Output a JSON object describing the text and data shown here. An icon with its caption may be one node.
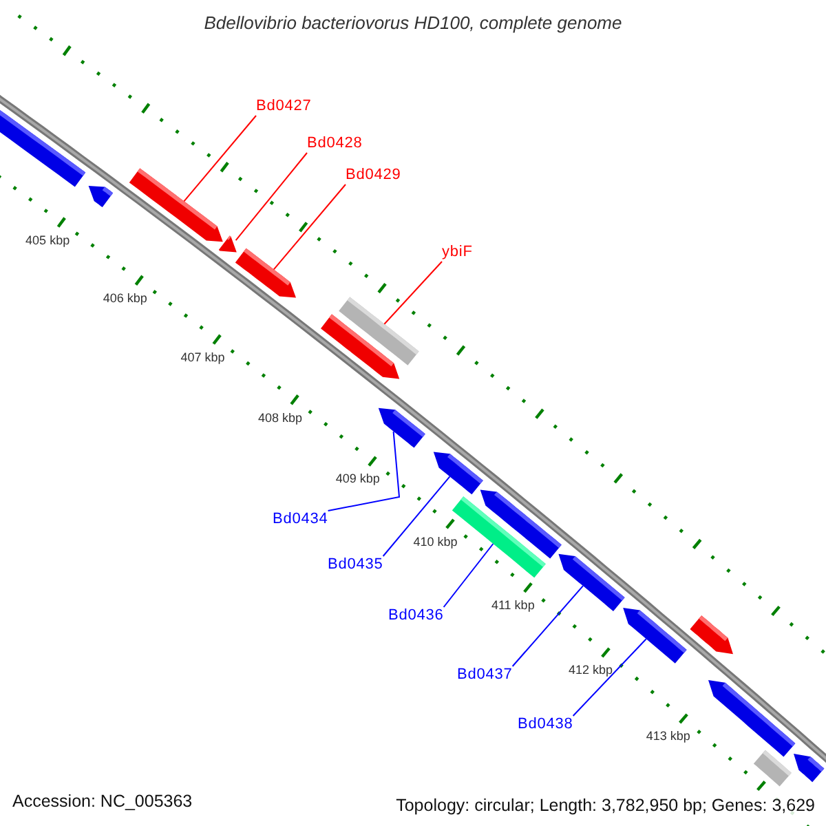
{
  "diagram": {
    "title": "Bdellovibrio bacteriovorus HD100, complete genome",
    "nodes": [
      {
        "text": [
          "Bd0427"
        ]
      },
      {
        "text": [
          "Bd0428"
        ]
      },
      {
        "text": [
          "Bd0429"
        ]
      },
      {
        "text": [
          "ybiF"
        ]
      },
      {
        "text": [
          "Bd0434"
        ]
      },
      {
        "text": [
          "Bd0435"
        ]
      },
      {
        "text": [
          "Bd0436"
        ]
      },
      {
        "text": [
          "Bd0437"
        ]
      },
      {
        "text": [
          "Bd0438"
        ]
      },
      {
        "text": [],
        "shape": "bar"
      },
      {
        "text": [],
        "shape": "bar"
      },
      {
        "text": [],
        "shape": "bar"
      },
      {
        "text": [],
        "shape": "bar"
      },
      {
        "text": [],
        "shape": "bar"
      },
      {
        "text": [],
        "shape": "bar"
      },
      {
        "text": [],
        "shape": "bar"
      },
      {
        "text": [],
        "shape": "bar"
      },
      {
        "text": [],
        "shape": "bar"
      },
      {
        "text": [],
        "shape": "bar"
      },
      {
        "text": [],
        "shape": "bar"
      },
      {
        "text": [],
        "shape": "bar"
      },
      {
        "text": [],
        "shape": "bar"
      },
      {
        "text": [],
        "shape": "bar"
      },
      {
        "text": [],
        "shape": "bar"
      },
      {
        "text": [],
        "shape": "bar"
      },
      {
        "text": [],
        "shape": "bar"
      }
    ],
    "edges": [
      {
        "from": 0,
        "to": 11,
        "arrow": "none",
        "color": "#ff0000"
      },
      {
        "from": 1,
        "to": 12,
        "arrow": "none",
        "color": "#ff0000"
      },
      {
        "from": 2,
        "to": 13,
        "arrow": "none",
        "color": "#ff0000"
      },
      {
        "from": 3,
        "to": 15,
        "arrow": "none",
        "color": "#ff0000"
      },
      {
        "from": 4,
        "to": 16,
        "arrow": "none"
      },
      {
        "from": 5,
        "to": 17,
        "arrow": "none"
      },
      {
        "from": 6,
        "to": 18,
        "arrow": "none"
      },
      {
        "from": 7,
        "to": 20,
        "arrow": "none"
      },
      {
        "from": 8,
        "to": 21,
        "arrow": "none"
      }
    ],
    "labels": [
      "405 kbp",
      "406 kbp",
      "407 kbp",
      "408 kbp",
      "409 kbp",
      "410 kbp",
      "411 kbp",
      "412 kbp",
      "413 kbp",
      "Accession: NC_005363",
      "Topology: circular; Length: 3,782,950 bp; Genes: 3,629"
    ]
  }
}
